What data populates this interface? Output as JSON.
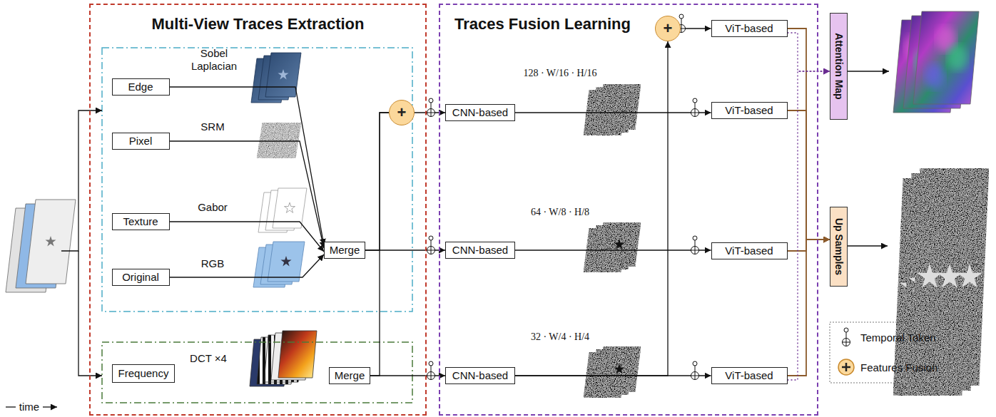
{
  "diagram": {
    "nodes": [
      {
        "text": [
          "Multi-View Traces Extraction"
        ]
      },
      {
        "text": [
          "Traces Fusion Learning"
        ]
      },
      {
        "text": [
          "Edge"
        ],
        "in": 0
      },
      {
        "text": [
          "Pixel"
        ],
        "in": 0
      },
      {
        "text": [
          "Texture"
        ],
        "in": 0
      },
      {
        "text": [
          "Original"
        ],
        "in": 0
      },
      {
        "text": [
          "Merge"
        ],
        "in": 0
      },
      {
        "text": [
          "Frequency"
        ],
        "in": 0
      },
      {
        "text": [
          "Merge"
        ],
        "in": 0
      },
      {
        "text": [
          "+"
        ],
        "in": 0
      },
      {
        "text": [
          "CNN-based"
        ],
        "in": 1
      },
      {
        "text": [
          "CNN-based"
        ],
        "in": 1
      },
      {
        "text": [
          "CNN-based"
        ],
        "in": 1
      },
      {
        "text": [
          "+"
        ],
        "in": 1
      },
      {
        "text": [
          "ViT-based"
        ],
        "in": 1
      },
      {
        "text": [
          "ViT-based"
        ],
        "in": 1
      },
      {
        "text": [
          "ViT-based"
        ],
        "in": 1
      },
      {
        "text": [
          "ViT-based"
        ],
        "in": 1
      },
      {
        "text": [
          "Attention Map"
        ]
      },
      {
        "text": [
          "Up Samples"
        ]
      }
    ],
    "edges": [
      {
        "from": 2,
        "to": 6,
        "arrow": "to"
      },
      {
        "from": 3,
        "to": 6,
        "arrow": "to"
      },
      {
        "from": 4,
        "to": 6,
        "arrow": "to"
      },
      {
        "from": 5,
        "to": 6,
        "arrow": "to"
      },
      {
        "from": 6,
        "to": 11,
        "arrow": "to"
      },
      {
        "from": 6,
        "to": 9,
        "arrow": "none"
      },
      {
        "from": 8,
        "to": 12,
        "arrow": "to"
      },
      {
        "from": 8,
        "to": 9,
        "arrow": "none"
      },
      {
        "from": 9,
        "to": 10,
        "arrow": "to"
      },
      {
        "from": 10,
        "to": 15,
        "arrow": "to"
      },
      {
        "from": 11,
        "to": 16,
        "arrow": "to"
      },
      {
        "from": 12,
        "to": 17,
        "arrow": "to"
      },
      {
        "from": 12,
        "to": 13,
        "arrow": "to"
      },
      {
        "from": 13,
        "to": 14,
        "arrow": "to"
      },
      {
        "from": 14,
        "to": 19,
        "arrow": "to"
      },
      {
        "from": 15,
        "to": 19,
        "arrow": "to"
      },
      {
        "from": 16,
        "to": 19,
        "arrow": "to"
      },
      {
        "from": 17,
        "to": 19,
        "arrow": "to"
      },
      {
        "from": 14,
        "to": 18,
        "arrow": "to"
      },
      {
        "from": 17,
        "to": 18,
        "arrow": "to"
      }
    ],
    "labels": [
      "Sobel Laplacian",
      "SRM",
      "Gabor",
      "RGB",
      "DCT ×4",
      "128 · W/16 · H/16",
      "64 · W/8 · H/8",
      "32 · W/4 · H/4",
      "time"
    ],
    "legend": [
      {
        "text": "Temporal Token"
      },
      {
        "text": "Features Fusion"
      }
    ]
  }
}
